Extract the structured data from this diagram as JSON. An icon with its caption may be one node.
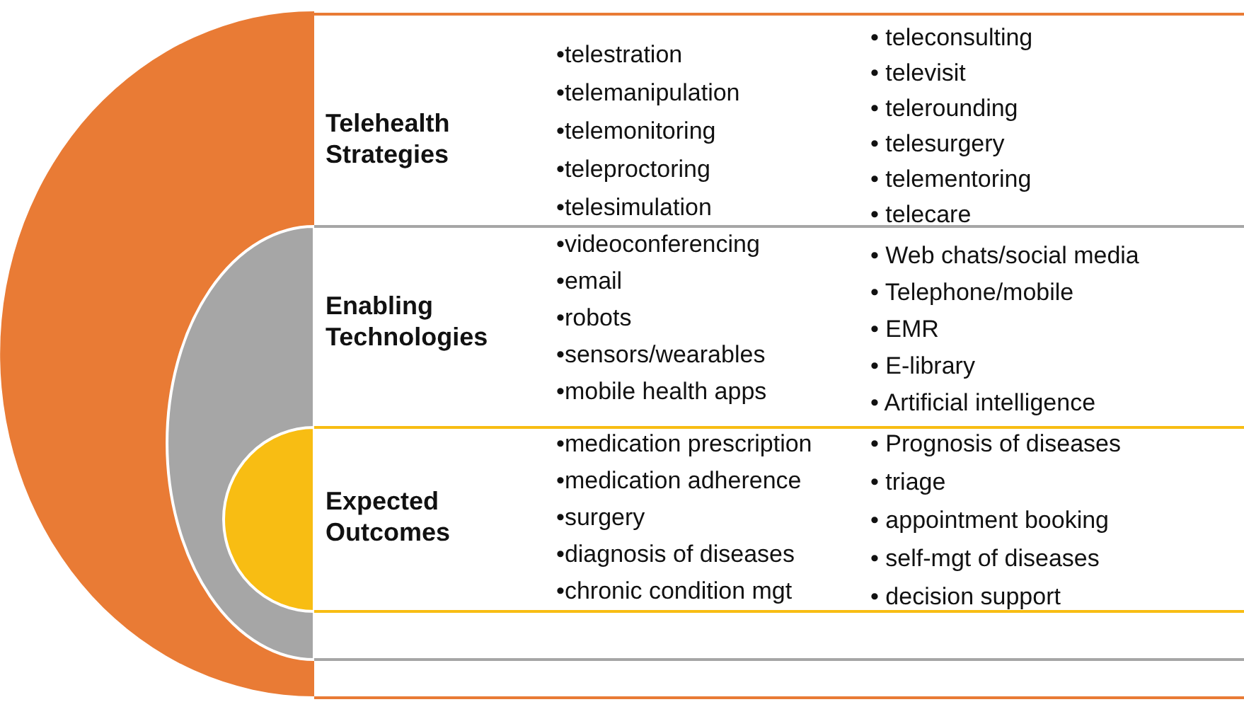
{
  "diagram": {
    "nodes": [
      {
        "text": [
          "Telehealth Strategies",
          "•telestration",
          "•telemanipulation",
          "•telemonitoring",
          "•teleproctoring",
          "•telesimulation",
          "• teleconsulting",
          "• televisit",
          "• telerounding",
          "• telesurgery",
          "• telementoring",
          "• telecare"
        ]
      },
      {
        "text": [
          "Enabling Technologies",
          "•videoconferencing",
          "•email",
          "•robots",
          "•sensors/wearables",
          "•mobile health apps",
          "• Web chats/social media",
          "• Telephone/mobile",
          "• EMR",
          "• E-library",
          "• Artificial intelligence"
        ]
      },
      {
        "text": [
          "Expected Outcomes",
          "•medication prescription",
          "•medication adherence",
          "•surgery",
          "•diagnosis of diseases",
          "•chronic condition mgt",
          "• Prognosis of diseases",
          "• triage",
          "• appointment booking",
          "• self-mgt of diseases",
          "• decision support"
        ]
      }
    ]
  }
}
